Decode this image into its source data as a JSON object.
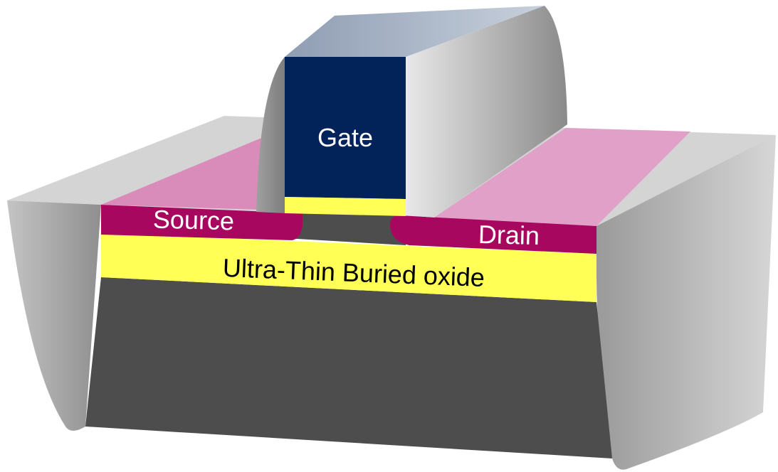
{
  "labels": {
    "gate": "Gate",
    "source": "Source",
    "drain": "Drain",
    "box": "Ultra-Thin Buried oxide"
  },
  "colors": {
    "gate": "#02235a",
    "source_drain": "#a8075f",
    "pink_top": "#dc93be",
    "oxide": "#ffff55",
    "substrate": "#4d4d4d",
    "spacer": "#999999"
  }
}
